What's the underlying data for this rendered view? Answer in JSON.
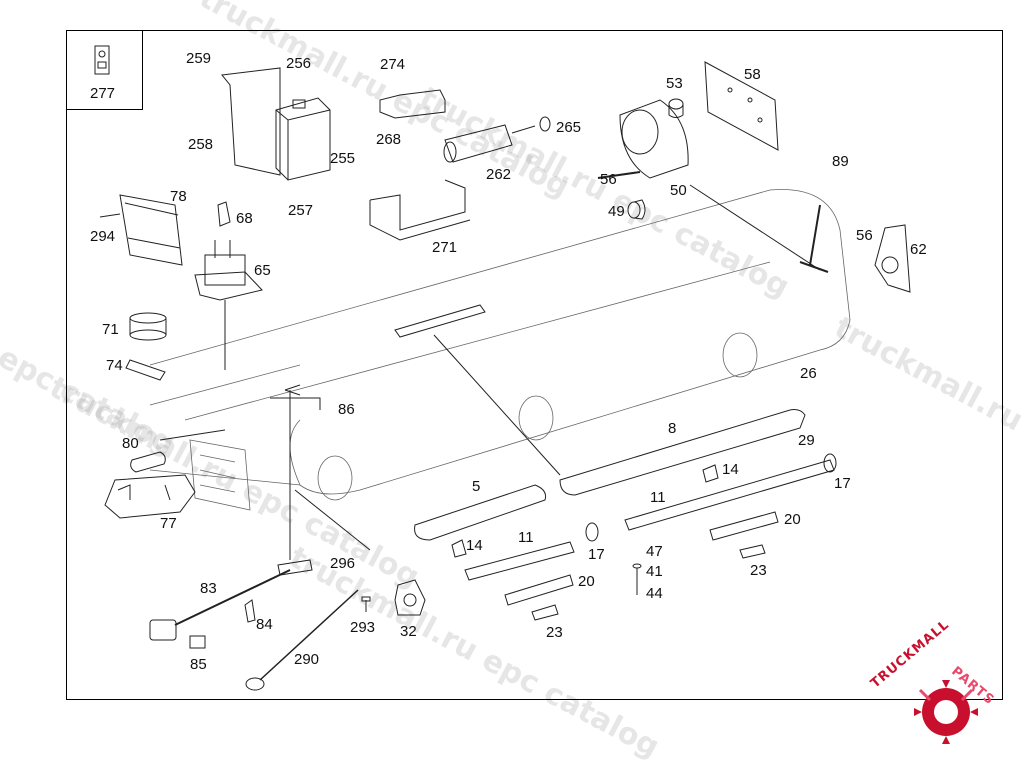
{
  "diagram": {
    "labels": {
      "l277": "277",
      "l259": "259",
      "l256": "256",
      "l258": "258",
      "l255": "255",
      "l257": "257",
      "l274": "274",
      "l268": "268",
      "l265": "265",
      "l262": "262",
      "l271": "271",
      "l53": "53",
      "l58": "58",
      "l56a": "56",
      "l50": "50",
      "l49": "49",
      "l89": "89",
      "l56b": "56",
      "l62": "62",
      "l78": "78",
      "l294": "294",
      "l68": "68",
      "l65": "65",
      "l71": "71",
      "l74": "74",
      "l86": "86",
      "l80": "80",
      "l77": "77",
      "l26": "26",
      "l8": "8",
      "l29": "29",
      "l14a": "14",
      "l17a": "17",
      "l11a": "11",
      "l20a": "20",
      "l23a": "23",
      "l5": "5",
      "l14b": "14",
      "l11b": "11",
      "l17b": "17",
      "l47": "47",
      "l41": "41",
      "l44": "44",
      "l20b": "20",
      "l23b": "23",
      "l296": "296",
      "l83": "83",
      "l84": "84",
      "l293": "293",
      "l32": "32",
      "l85": "85",
      "l290": "290"
    },
    "watermark": {
      "w1": "truckmall.ru epc catalog",
      "w2": "truckmall.ru epc catalog",
      "w3": "truckmall.ru epc catalog",
      "w4": "l epc catalog",
      "w5": "truckmall.ru epc catalog",
      "w6": "truckmall.ru e"
    },
    "logo": {
      "brand": "TRUCKMALL",
      "accent": "PARTS",
      "brand_color": "#c8102e",
      "accent_color": "#e84a6b"
    }
  }
}
